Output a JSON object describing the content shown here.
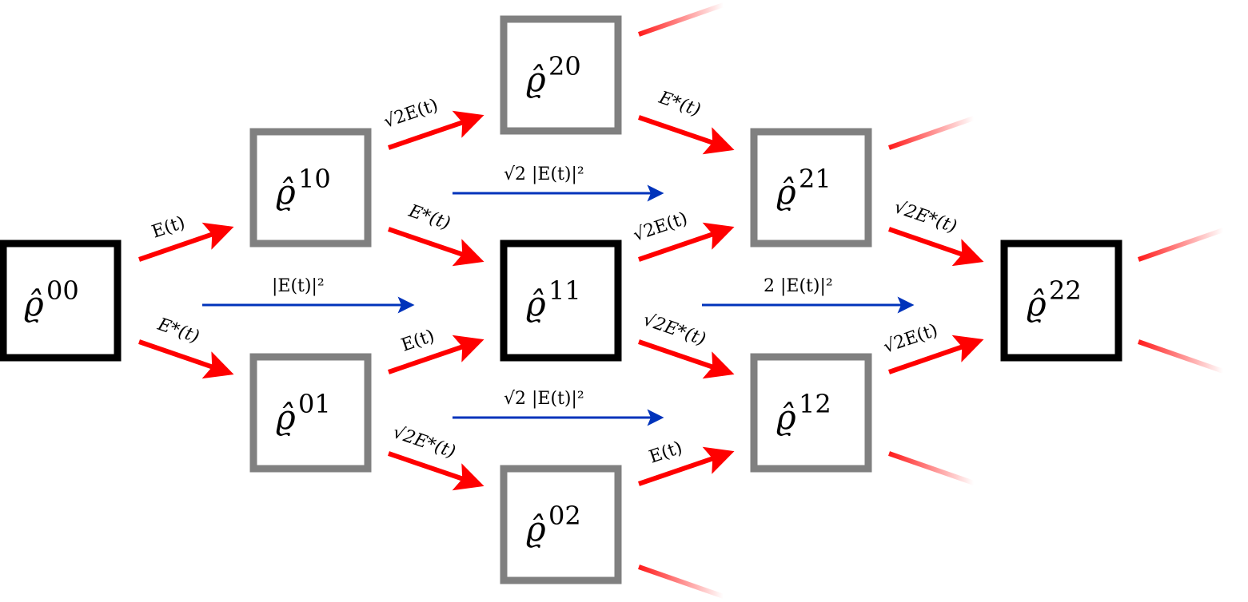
{
  "nodes": [
    {
      "id": "00",
      "symbol": "ϱ̂",
      "superscript": "00",
      "style": "bold"
    },
    {
      "id": "10",
      "symbol": "ϱ̂",
      "superscript": "10",
      "style": "gray"
    },
    {
      "id": "01",
      "symbol": "ϱ̂",
      "superscript": "01",
      "style": "gray"
    },
    {
      "id": "20",
      "symbol": "ϱ̂",
      "superscript": "20",
      "style": "gray"
    },
    {
      "id": "11",
      "symbol": "ϱ̂",
      "superscript": "11",
      "style": "bold"
    },
    {
      "id": "02",
      "symbol": "ϱ̂",
      "superscript": "02",
      "style": "gray"
    },
    {
      "id": "21",
      "symbol": "ϱ̂",
      "superscript": "21",
      "style": "gray"
    },
    {
      "id": "12",
      "symbol": "ϱ̂",
      "superscript": "12",
      "style": "gray"
    },
    {
      "id": "22",
      "symbol": "ϱ̂",
      "superscript": "22",
      "style": "bold"
    }
  ],
  "edges": [
    {
      "from": "00",
      "to": "10",
      "kind": "red",
      "label": "E(t)"
    },
    {
      "from": "00",
      "to": "01",
      "kind": "red",
      "label": "E*(t)"
    },
    {
      "from": "00",
      "to": "11",
      "kind": "blue",
      "label": "|E(t)|²"
    },
    {
      "from": "10",
      "to": "20",
      "kind": "red",
      "label": "√2E(t)"
    },
    {
      "from": "10",
      "to": "11",
      "kind": "red",
      "label": "E*(t)"
    },
    {
      "from": "01",
      "to": "11",
      "kind": "red",
      "label": "E(t)"
    },
    {
      "from": "01",
      "to": "02",
      "kind": "red",
      "label": "√2E*(t)"
    },
    {
      "from": "10",
      "to": "21",
      "kind": "blue",
      "label": "√2 |E(t)|²"
    },
    {
      "from": "01",
      "to": "12",
      "kind": "blue",
      "label": "√2 |E(t)|²"
    },
    {
      "from": "20",
      "to": "21",
      "kind": "red",
      "label": "E*(t)"
    },
    {
      "from": "11",
      "to": "21",
      "kind": "red",
      "label": "√2E(t)"
    },
    {
      "from": "11",
      "to": "12",
      "kind": "red",
      "label": "√2E*(t)"
    },
    {
      "from": "02",
      "to": "12",
      "kind": "red",
      "label": "E(t)"
    },
    {
      "from": "11",
      "to": "22",
      "kind": "blue",
      "label": "2 |E(t)|²"
    },
    {
      "from": "21",
      "to": "22",
      "kind": "red",
      "label": "√2E*(t)"
    },
    {
      "from": "12",
      "to": "22",
      "kind": "red",
      "label": "√2E(t)"
    }
  ],
  "colors": {
    "red_arrow": "#ff0000",
    "blue_arrow": "#0033bb",
    "bold_box": "#000000",
    "gray_box": "#808080"
  }
}
